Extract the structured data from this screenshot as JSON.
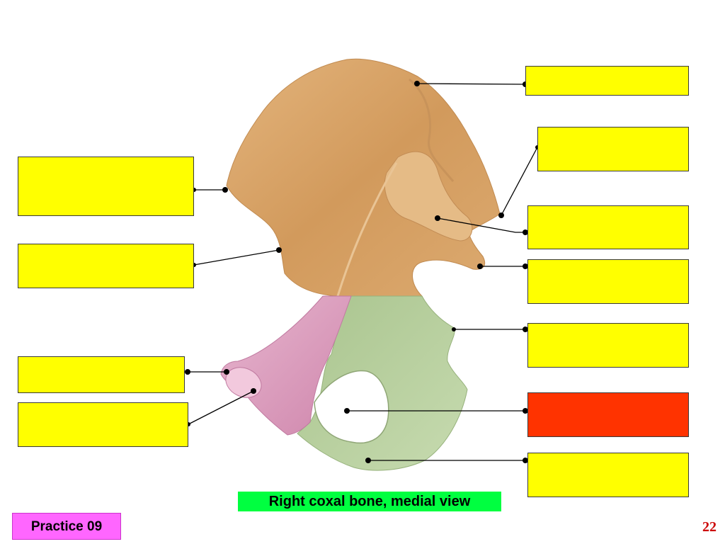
{
  "caption": "Right coxal bone, medial view",
  "practice": "Practice 09",
  "page_number": "22",
  "colors": {
    "ilium": "#d8a468",
    "pubis": "#dfa0c0",
    "ischium": "#b9cfa0",
    "label_fill": "#ffff00",
    "highlight_fill": "#ff3300",
    "caption_bg": "#00ff40",
    "practice_bg": "#ff66ff",
    "page_number": "#cc0000"
  },
  "labels": [
    {
      "id": "left-1",
      "text": "",
      "highlight": false
    },
    {
      "id": "left-2",
      "text": "",
      "highlight": false
    },
    {
      "id": "left-3",
      "text": "",
      "highlight": false
    },
    {
      "id": "left-4",
      "text": "",
      "highlight": false
    },
    {
      "id": "right-1",
      "text": "",
      "highlight": false
    },
    {
      "id": "right-2",
      "text": "",
      "highlight": false
    },
    {
      "id": "right-3",
      "text": "",
      "highlight": false
    },
    {
      "id": "right-4",
      "text": "",
      "highlight": false
    },
    {
      "id": "right-5",
      "text": "",
      "highlight": false
    },
    {
      "id": "right-6",
      "text": "",
      "highlight": true
    },
    {
      "id": "right-7",
      "text": "",
      "highlight": false
    }
  ]
}
